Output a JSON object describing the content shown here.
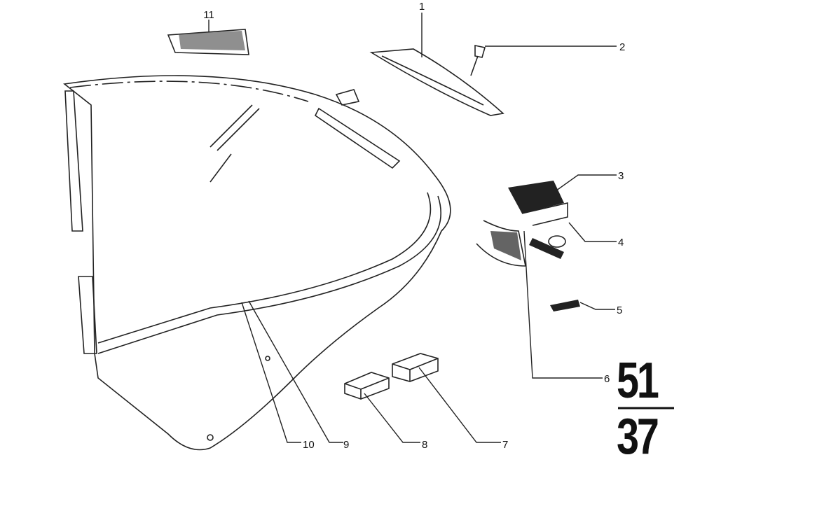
{
  "diagram": {
    "callouts": [
      "1",
      "2",
      "3",
      "4",
      "5",
      "6",
      "7",
      "8",
      "9",
      "10",
      "11"
    ],
    "group_number": {
      "main": "51",
      "sub": "37"
    }
  },
  "colors": {
    "ink": "#222222",
    "background": "#ffffff"
  }
}
